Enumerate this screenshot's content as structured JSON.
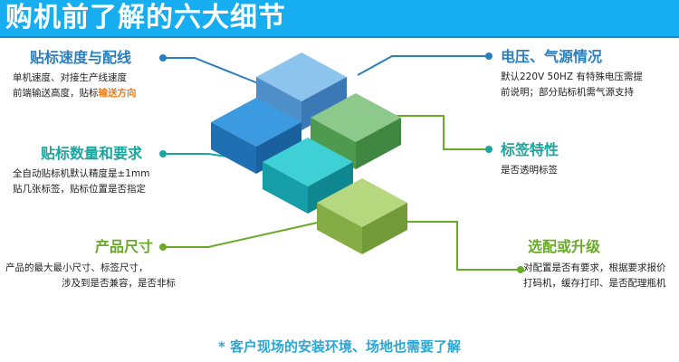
{
  "banner": {
    "title": "购机前了解的六大细节"
  },
  "sections": {
    "labeling_speed": {
      "heading": "贴标速度与配线",
      "line1": "单机速度、对接生产线速度",
      "line2_prefix": "前端输送高度，贴标",
      "line2_highlight": "输送方向",
      "heading_color": "#2a7fc0"
    },
    "voltage_air": {
      "heading": "电压、气源情况",
      "line1": "默认220V 50HZ  有特殊电压需提",
      "line2": "前说明；部分贴标机需气源支持",
      "heading_color": "#2a7fc0"
    },
    "quantity_requirements": {
      "heading": "贴标数量和要求",
      "line1": "全自动贴标机默认精度是±1mm",
      "line2": "贴几张标签，贴标位置是否指定",
      "heading_color": "#1aa59e"
    },
    "label_features": {
      "heading": "标签特性",
      "line1": "是否透明标签",
      "heading_color": "#1aa59e"
    },
    "product_size": {
      "heading": "产品尺寸",
      "line1": "产品的最大最小尺寸、标签尺寸，",
      "line2": "涉及到是否兼容，是否非标",
      "heading_color": "#6aaa2a"
    },
    "options_upgrade": {
      "heading": "选配或升级",
      "line1": "对配置是否有要求，根据要求报价",
      "line2": "打码机，缓存打印、是否配理瓶机",
      "heading_color": "#6aaa2a"
    }
  },
  "footer": {
    "note": "* 客户现场的安装环境、场地也需要了解"
  },
  "colors": {
    "banner": "#16aef0",
    "block_light_blue": "#6fb3e5",
    "block_blue": "#2f8ed6",
    "block_green": "#7fc07a",
    "block_cyan": "#2fc7d0",
    "block_lime": "#a9cf6e"
  }
}
